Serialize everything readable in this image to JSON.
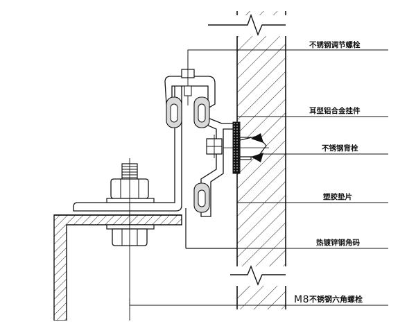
{
  "labels": {
    "adjust_bolt": "不锈钢调节螺栓",
    "ear_hanger": "耳型铝合金挂件",
    "back_bolt": "不锈钢背栓",
    "rubber_pad": "塑胶垫片",
    "angle_code": "热镀锌钢角码",
    "hex_bolt_prefix": "M8",
    "hex_bolt": "不锈钢六角螺栓"
  }
}
